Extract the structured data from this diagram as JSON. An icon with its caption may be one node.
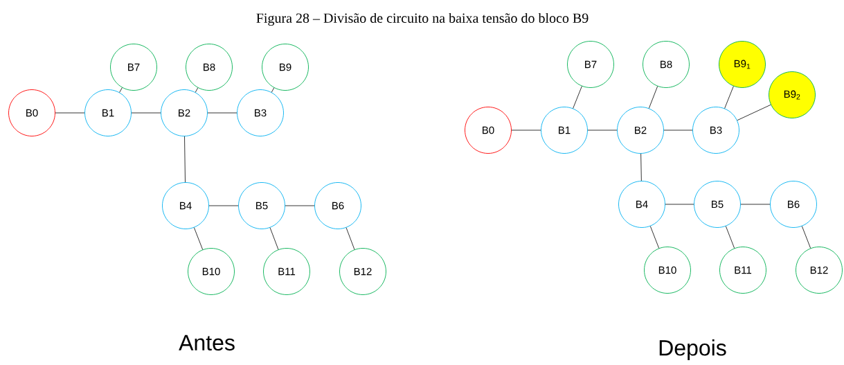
{
  "diagram": {
    "title": "Figura 28 – Divisão de circuito na baixa tensão do bloco B9",
    "nodes": [
      {
        "text": [
          "B7"
        ]
      },
      {
        "text": [
          "B8"
        ]
      },
      {
        "text": [
          "B9"
        ]
      },
      {
        "text": [
          "B0"
        ]
      },
      {
        "text": [
          "B1"
        ]
      },
      {
        "text": [
          "B2"
        ]
      },
      {
        "text": [
          "B3"
        ]
      },
      {
        "text": [
          "B4"
        ]
      },
      {
        "text": [
          "B5"
        ]
      },
      {
        "text": [
          "B6"
        ]
      },
      {
        "text": [
          "B10"
        ]
      },
      {
        "text": [
          "B11"
        ]
      },
      {
        "text": [
          "B12"
        ]
      },
      {
        "text": [
          "B7"
        ]
      },
      {
        "text": [
          "B8"
        ]
      },
      {
        "text": [
          "B9$_{1}$"
        ]
      },
      {
        "text": [
          "B9$_{2}$"
        ]
      },
      {
        "text": [
          "B0"
        ]
      },
      {
        "text": [
          "B1"
        ]
      },
      {
        "text": [
          "B2"
        ]
      },
      {
        "text": [
          "B3"
        ]
      },
      {
        "text": [
          "B4"
        ]
      },
      {
        "text": [
          "B5"
        ]
      },
      {
        "text": [
          "B6"
        ]
      },
      {
        "text": [
          "B10"
        ]
      },
      {
        "text": [
          "B11"
        ]
      },
      {
        "text": [
          "B12"
        ]
      }
    ],
    "edges": [
      {
        "from": 3,
        "to": 4,
        "arrow": "none"
      },
      {
        "from": 4,
        "to": 5,
        "arrow": "none"
      },
      {
        "from": 5,
        "to": 6,
        "arrow": "none"
      },
      {
        "from": 0,
        "to": 4,
        "arrow": "none"
      },
      {
        "from": 1,
        "to": 5,
        "arrow": "none"
      },
      {
        "from": 2,
        "to": 6,
        "arrow": "none"
      },
      {
        "from": 5,
        "to": 7,
        "arrow": "none"
      },
      {
        "from": 7,
        "to": 8,
        "arrow": "none"
      },
      {
        "from": 8,
        "to": 9,
        "arrow": "none"
      },
      {
        "from": 7,
        "to": 10,
        "arrow": "none"
      },
      {
        "from": 8,
        "to": 11,
        "arrow": "none"
      },
      {
        "from": 9,
        "to": 12,
        "arrow": "none"
      },
      {
        "from": 17,
        "to": 18,
        "arrow": "none"
      },
      {
        "from": 18,
        "to": 19,
        "arrow": "none"
      },
      {
        "from": 19,
        "to": 20,
        "arrow": "none"
      },
      {
        "from": 13,
        "to": 18,
        "arrow": "none"
      },
      {
        "from": 14,
        "to": 19,
        "arrow": "none"
      },
      {
        "from": 15,
        "to": 20,
        "arrow": "none"
      },
      {
        "from": 16,
        "to": 20,
        "arrow": "none"
      },
      {
        "from": 19,
        "to": 21,
        "arrow": "none"
      },
      {
        "from": 21,
        "to": 22,
        "arrow": "none"
      },
      {
        "from": 22,
        "to": 23,
        "arrow": "none"
      },
      {
        "from": 21,
        "to": 24,
        "arrow": "none"
      },
      {
        "from": 22,
        "to": 25,
        "arrow": "none"
      },
      {
        "from": 23,
        "to": 26,
        "arrow": "none"
      }
    ],
    "labels": [
      "Antes",
      "Depois"
    ]
  }
}
